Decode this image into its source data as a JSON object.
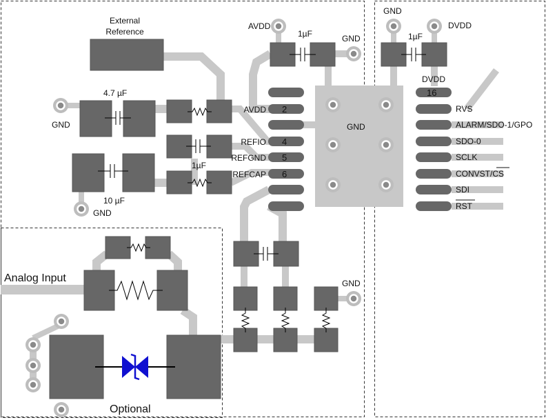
{
  "colors": {
    "trace": "#c8c8c8",
    "pad": "#676767",
    "pad_edge": "#555555",
    "via_ring": "#bdbdbd",
    "via_center": "#8a8a8a",
    "tvs": "#1010d0",
    "wire": "#000000",
    "box": "#333333"
  },
  "labels": {
    "external_reference": [
      "External",
      "Reference"
    ],
    "avdd_top": "AVDD",
    "gnd_top_left_cap": "GND",
    "gnd_top_right": "GND",
    "dvdd_top": "DVDD",
    "cap_1uF_avdd": "1µF",
    "cap_1uF_dvdd": "1µF",
    "cap_4p7uF": "4.7 µF",
    "gnd_left": "GND",
    "cap_1uF_ref": "1µF",
    "cap_10uF": "10 µF",
    "gnd_10uF": "GND",
    "analog_input": "Analog Input",
    "optional": "Optional",
    "gnd_bottom_right": "GND",
    "center_gnd": "GND"
  },
  "left_pins": [
    {
      "name": "",
      "number": ""
    },
    {
      "name": "AVDD",
      "number": "2"
    },
    {
      "name": "",
      "number": ""
    },
    {
      "name": "REFIO",
      "number": "4"
    },
    {
      "name": "REFGND",
      "number": "5"
    },
    {
      "name": "REFCAP",
      "number": "6"
    },
    {
      "name": "",
      "number": ""
    },
    {
      "name": "",
      "number": ""
    }
  ],
  "right_pins": [
    {
      "name": "DVDD",
      "number": "16"
    },
    {
      "name": "RVS",
      "number": ""
    },
    {
      "name": "ALARM/SDO-1/GPO",
      "number": ""
    },
    {
      "name": "SDO-0",
      "number": ""
    },
    {
      "name": "SCLK",
      "number": ""
    },
    {
      "name": "CONVST/CS",
      "number": ""
    },
    {
      "name": "SDI",
      "number": ""
    },
    {
      "name": "RST",
      "number": ""
    }
  ]
}
